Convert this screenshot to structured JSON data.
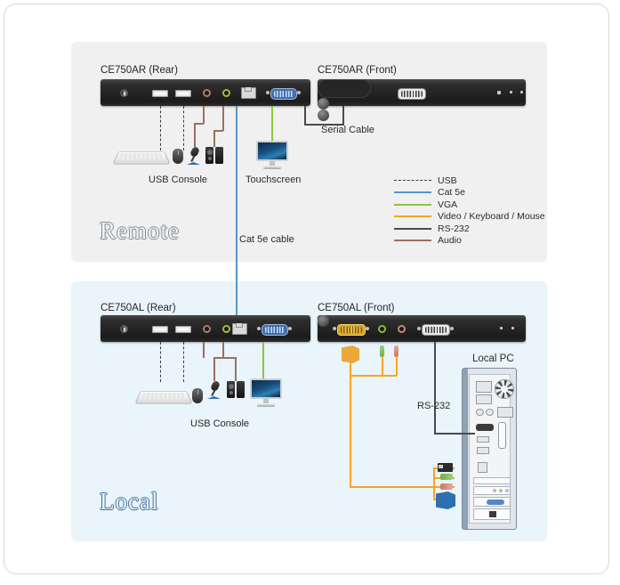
{
  "diagram": {
    "sections": {
      "remote": {
        "watermark": "Remote"
      },
      "local": {
        "watermark": "Local"
      }
    },
    "devices": [
      {
        "id": "ce750ar_rear",
        "label": "CE750AR (Rear)"
      },
      {
        "id": "ce750ar_front",
        "label": "CE750AR (Front)"
      },
      {
        "id": "ce750al_rear",
        "label": "CE750AL (Rear)"
      },
      {
        "id": "ce750al_front",
        "label": "CE750AL (Front)"
      }
    ],
    "labels": {
      "usb_console_remote": "USB Console",
      "touchscreen": "Touchscreen",
      "serial_cable": "Serial Cable",
      "cat5e_cable": "Cat 5e cable",
      "usb_console_local": "USB Console",
      "rs232": "RS-232",
      "local_pc": "Local PC"
    },
    "legend": {
      "items": [
        {
          "label": "USB",
          "color": "#3a3a3a",
          "style": "dashed"
        },
        {
          "label": "Cat 5e",
          "color": "#5b93c9",
          "style": "solid"
        },
        {
          "label": "VGA",
          "color": "#8cc63f",
          "style": "solid"
        },
        {
          "label": "Video / Keyboard / Mouse",
          "color": "#f5a623",
          "style": "solid"
        },
        {
          "label": "RS-232",
          "color": "#4a4a4a",
          "style": "solid"
        },
        {
          "label": "Audio",
          "color": "#9a7060",
          "style": "solid"
        }
      ]
    },
    "colors": {
      "panel_remote_bg": "#f0f0f0",
      "panel_local_bg": "#e9f4fb",
      "device_body": "#232323",
      "cat5e": "#5b93c9",
      "vga": "#8cc63f",
      "vkm": "#f5a623",
      "rs232": "#4a4a4a",
      "audio": "#9a7060",
      "usb": "#3a3a3a"
    }
  }
}
